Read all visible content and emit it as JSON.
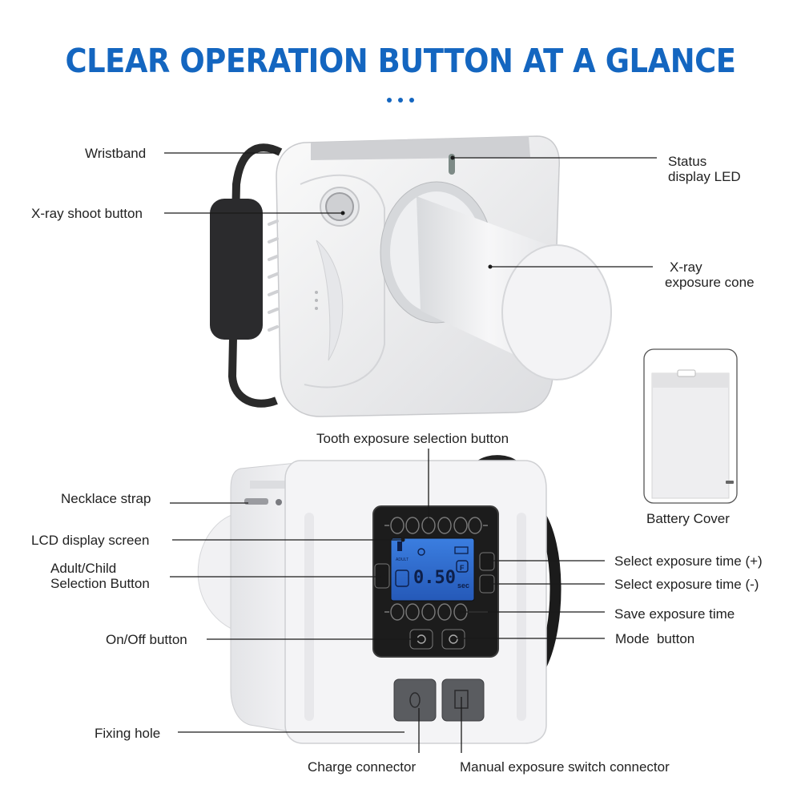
{
  "title": "CLEAR OPERATION BUTTON AT A GLANCE",
  "lcd": {
    "value": "0.50",
    "unit": "sec",
    "mode_tag": "ADULT",
    "f_tag": "F"
  },
  "labels": {
    "wristband": "Wristband",
    "xray_shoot_button": "X-ray shoot button",
    "status_led_line1": "Status",
    "status_led_line2": "display LED",
    "exposure_cone_line1": "X-ray",
    "exposure_cone_line2": "exposure cone",
    "battery_cover": "Battery Cover",
    "tooth_selection": "Tooth exposure selection button",
    "necklace_strap": "Necklace strap",
    "lcd_screen": "LCD display screen",
    "adult_child_line1": "Adult/Child",
    "adult_child_line2": "Selection Button",
    "onoff": "On/Off button",
    "fixing_hole": "Fixing hole",
    "charge_connector": "Charge connector",
    "manual_switch": "Manual exposure switch connector",
    "time_plus": "Select exposure time (+)",
    "time_minus": "Select exposure time (-)",
    "save_time": "Save exposure time",
    "mode_button": "Mode  button"
  },
  "colors": {
    "title_blue": "#1466c0",
    "lcd_blue": "#2f6fd6",
    "device_white": "#f2f3f5",
    "panel_black": "#1c1c1c"
  }
}
